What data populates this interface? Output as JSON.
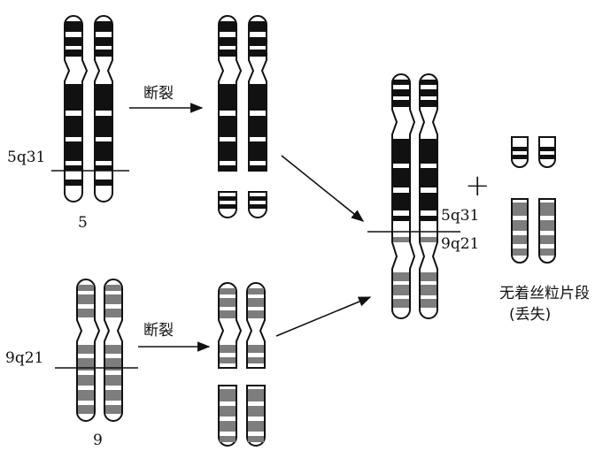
{
  "labels": {
    "chr5_locus": "5q31",
    "chr5_name": "5",
    "chr9_locus": "9q21",
    "chr9_name": "9",
    "break_top": "断裂",
    "break_bottom": "断裂",
    "fusion_locus_5": "5q31",
    "fusion_locus_9": "9q21",
    "plus_sign": "+",
    "acentric_fragment": "无着丝粒片段",
    "lost": "(丢失)"
  },
  "colors": {
    "chr5_band": "#111111",
    "chr9_band": "#7d7d7d",
    "outline": "#111111",
    "background": "#ffffff"
  }
}
